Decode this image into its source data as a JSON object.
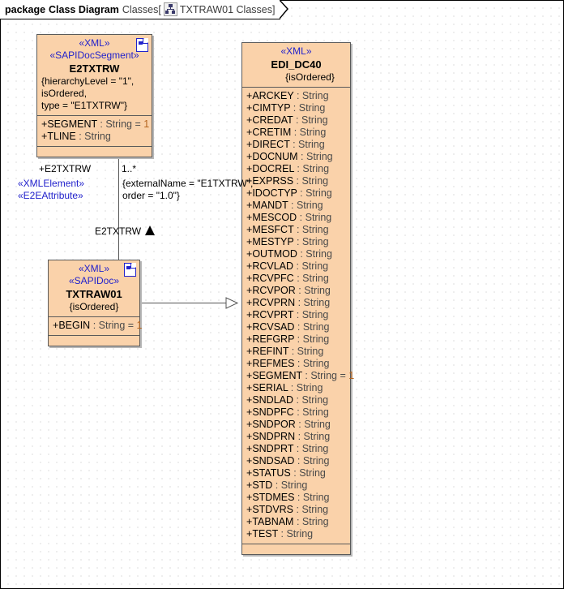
{
  "header": {
    "package_label": "package",
    "diagram_type": "Class Diagram",
    "package_name": "Classes",
    "bracket_open": "[",
    "icon": "hierarchy-icon",
    "diagram_name": "TXTRAW01 Classes",
    "bracket_close": "]"
  },
  "colors": {
    "class_fill": "#fad2aa",
    "class_border": "#5a5a5a",
    "stereotype_text": "#2222cc",
    "default_value_text": "#b4641e",
    "attribute_type_text": "#4a4a4a",
    "connector": "#555555",
    "canvas": "#ffffff"
  },
  "classes": [
    {
      "id": "e2txtrw",
      "stereotypes": [
        "«XML»",
        "«SAPIDocSegment»"
      ],
      "name": "E2TXTRW",
      "constraints": [
        "{hierarchyLevel = \"1\",",
        "isOrdered,",
        "type = \"E1TXTRW\"}"
      ],
      "attributes": [
        {
          "visibility": "+",
          "name": "SEGMENT",
          "type": "String",
          "default": "1"
        },
        {
          "visibility": "+",
          "name": "TLINE",
          "type": "String",
          "default": ""
        }
      ],
      "operations": []
    },
    {
      "id": "txtraw01",
      "stereotypes": [
        "«XML»",
        "«SAPIDoc»"
      ],
      "name": "TXTRAW01",
      "constraints": [
        "{isOrdered}"
      ],
      "attributes": [
        {
          "visibility": "+",
          "name": "BEGIN",
          "type": "String",
          "default": "1"
        }
      ],
      "operations": []
    },
    {
      "id": "edi_dc40",
      "stereotypes": [
        "«XML»"
      ],
      "name": "EDI_DC40",
      "constraints": [
        "{isOrdered}"
      ],
      "attributes": [
        {
          "visibility": "+",
          "name": "ARCKEY",
          "type": "String",
          "default": ""
        },
        {
          "visibility": "+",
          "name": "CIMTYP",
          "type": "String",
          "default": ""
        },
        {
          "visibility": "+",
          "name": "CREDAT",
          "type": "String",
          "default": ""
        },
        {
          "visibility": "+",
          "name": "CRETIM",
          "type": "String",
          "default": ""
        },
        {
          "visibility": "+",
          "name": "DIRECT",
          "type": "String",
          "default": ""
        },
        {
          "visibility": "+",
          "name": "DOCNUM",
          "type": "String",
          "default": ""
        },
        {
          "visibility": "+",
          "name": "DOCREL",
          "type": "String",
          "default": ""
        },
        {
          "visibility": "+",
          "name": "EXPRSS",
          "type": "String",
          "default": ""
        },
        {
          "visibility": "+",
          "name": "IDOCTYP",
          "type": "String",
          "default": ""
        },
        {
          "visibility": "+",
          "name": "MANDT",
          "type": "String",
          "default": ""
        },
        {
          "visibility": "+",
          "name": "MESCOD",
          "type": "String",
          "default": ""
        },
        {
          "visibility": "+",
          "name": "MESFCT",
          "type": "String",
          "default": ""
        },
        {
          "visibility": "+",
          "name": "MESTYP",
          "type": "String",
          "default": ""
        },
        {
          "visibility": "+",
          "name": "OUTMOD",
          "type": "String",
          "default": ""
        },
        {
          "visibility": "+",
          "name": "RCVLAD",
          "type": "String",
          "default": ""
        },
        {
          "visibility": "+",
          "name": "RCVPFC",
          "type": "String",
          "default": ""
        },
        {
          "visibility": "+",
          "name": "RCVPOR",
          "type": "String",
          "default": ""
        },
        {
          "visibility": "+",
          "name": "RCVPRN",
          "type": "String",
          "default": ""
        },
        {
          "visibility": "+",
          "name": "RCVPRT",
          "type": "String",
          "default": ""
        },
        {
          "visibility": "+",
          "name": "RCVSAD",
          "type": "String",
          "default": ""
        },
        {
          "visibility": "+",
          "name": "REFGRP",
          "type": "String",
          "default": ""
        },
        {
          "visibility": "+",
          "name": "REFINT",
          "type": "String",
          "default": ""
        },
        {
          "visibility": "+",
          "name": "REFMES",
          "type": "String",
          "default": ""
        },
        {
          "visibility": "+",
          "name": "SEGMENT",
          "type": "String",
          "default": "1"
        },
        {
          "visibility": "+",
          "name": "SERIAL",
          "type": "String",
          "default": ""
        },
        {
          "visibility": "+",
          "name": "SNDLAD",
          "type": "String",
          "default": ""
        },
        {
          "visibility": "+",
          "name": "SNDPFC",
          "type": "String",
          "default": ""
        },
        {
          "visibility": "+",
          "name": "SNDPOR",
          "type": "String",
          "default": ""
        },
        {
          "visibility": "+",
          "name": "SNDPRN",
          "type": "String",
          "default": ""
        },
        {
          "visibility": "+",
          "name": "SNDPRT",
          "type": "String",
          "default": ""
        },
        {
          "visibility": "+",
          "name": "SNDSAD",
          "type": "String",
          "default": ""
        },
        {
          "visibility": "+",
          "name": "STATUS",
          "type": "String",
          "default": ""
        },
        {
          "visibility": "+",
          "name": "STD",
          "type": "String",
          "default": ""
        },
        {
          "visibility": "+",
          "name": "STDMES",
          "type": "String",
          "default": ""
        },
        {
          "visibility": "+",
          "name": "STDVRS",
          "type": "String",
          "default": ""
        },
        {
          "visibility": "+",
          "name": "TABNAM",
          "type": "String",
          "default": ""
        },
        {
          "visibility": "+",
          "name": "TEST",
          "type": "String",
          "default": ""
        }
      ],
      "operations": []
    }
  ],
  "connectors": {
    "e2txtrw_assoc": {
      "role_name": "+E2TXTRW",
      "multiplicity": "1..*",
      "stereotype_1": "«XMLElement»",
      "stereotype_2": "«E2EAttribute»",
      "constraint_line_1": "{externalName = \"E1TXTRW\",",
      "constraint_line_2": "order = \"1.0\"}",
      "source_label": "E2TXTRW"
    }
  }
}
